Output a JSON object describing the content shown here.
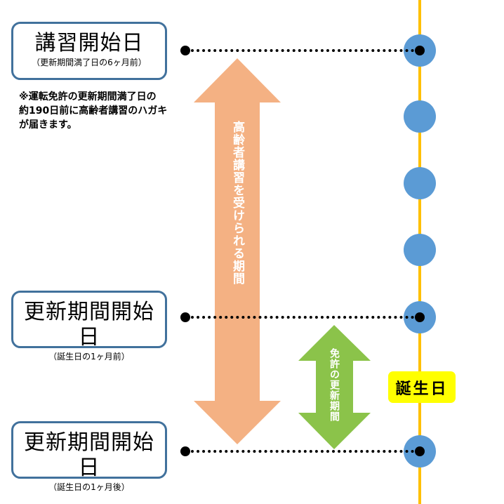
{
  "colors": {
    "timeline": "#FFC000",
    "marker": "#5B9BD5",
    "box_border": "#41719C",
    "course_arrow": "#F4B183",
    "renewal_arrow": "#8BC34A",
    "birthday_highlight": "#FFFF00"
  },
  "boxes": [
    {
      "title": "講習開始日",
      "subtitle": "（更新期間満了日の6ヶ月前）"
    },
    {
      "title": "更新期間開始日",
      "subtitle": "（誕生日の1ヶ月前）"
    },
    {
      "title": "更新期間開始日",
      "subtitle": "（誕生日の1ヶ月後）"
    }
  ],
  "note": {
    "lines": [
      "※運転免許の更新期間満了日の",
      "約190日前に高齢者講習のハガキ",
      "が届きます。"
    ]
  },
  "arrows": {
    "course_period_label": "高齢者講習を受けられる期間",
    "renewal_period_label": "免許の更新期間"
  },
  "timeline": {
    "birthday_label": "誕生日",
    "marker_count": 6
  }
}
